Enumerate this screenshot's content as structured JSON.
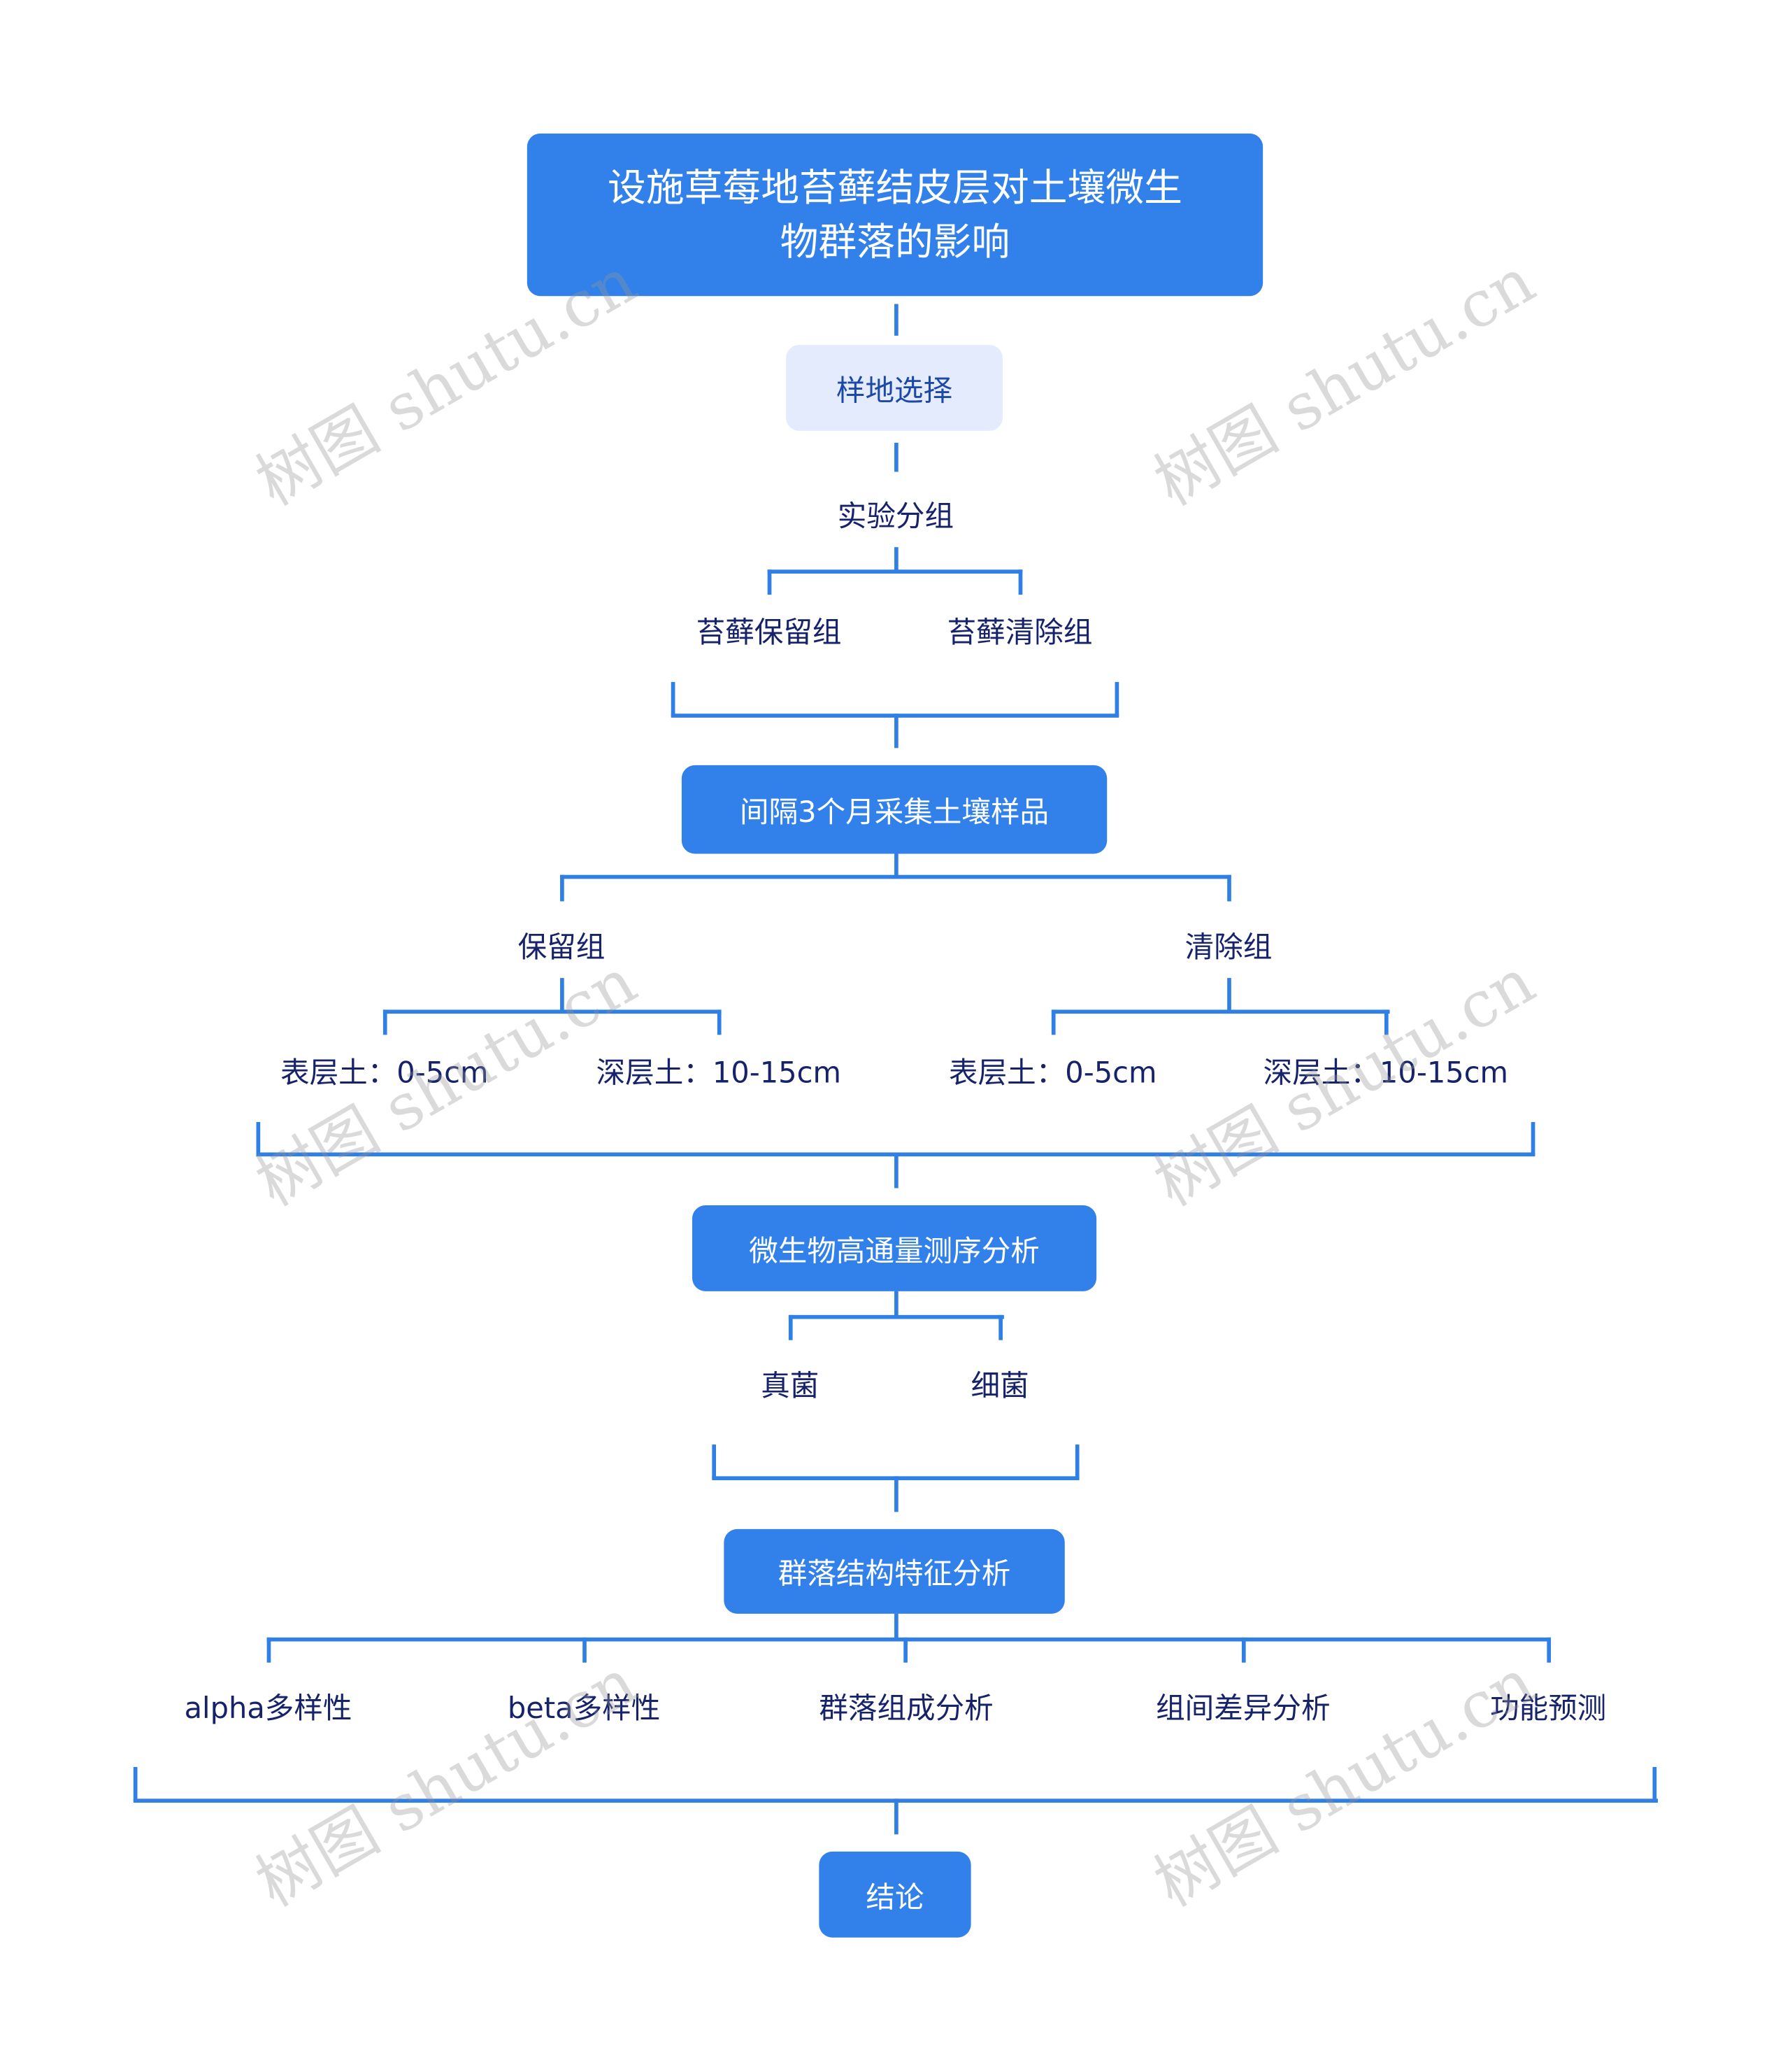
{
  "root": {
    "line1": "设施草莓地苔藓结皮层对土壤微生",
    "line2": "物群落的影响"
  },
  "site_selection": "样地选择",
  "grouping": {
    "label": "实验分组",
    "children": [
      "苔藓保留组",
      "苔藓清除组"
    ]
  },
  "sampling": "间隔3个月采集土壤样品",
  "groups": [
    {
      "label": "保留组",
      "children": [
        "表层土：0-5cm",
        "深层土：10-15cm"
      ]
    },
    {
      "label": "清除组",
      "children": [
        "表层土：0-5cm",
        "深层土：10-15cm"
      ]
    }
  ],
  "sequencing": {
    "label": "微生物高通量测序分析",
    "children": [
      "真菌",
      "细菌"
    ]
  },
  "community": {
    "label": "群落结构特征分析",
    "children": [
      "alpha多样性",
      "beta多样性",
      "群落组成分析",
      "组间差异分析",
      "功能预测"
    ]
  },
  "conclusion": "结论",
  "watermark": "树图 shutu.cn",
  "colors": {
    "node": "#3281ea",
    "light_node": "#e3ebfc",
    "line": "#2f7fe5",
    "text": "#16236b"
  }
}
